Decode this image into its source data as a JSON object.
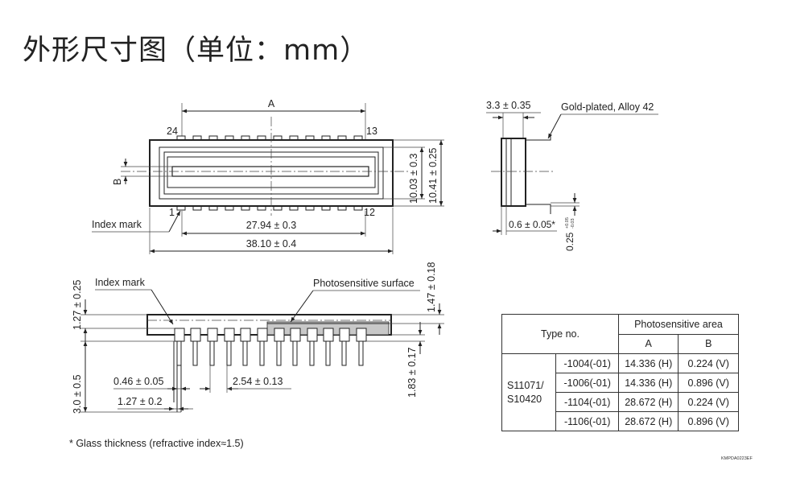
{
  "page": {
    "title": "外形尺寸图（单位：mm）"
  },
  "drawing": {
    "dim_a": "A",
    "dim_b": "B",
    "pin_24": "24",
    "pin_13": "13",
    "pin_1": "1",
    "pin_12": "12",
    "index_mark_top": "Index mark",
    "dim_27_94": "27.94 ± 0.3",
    "dim_38_10": "38.10 ± 0.4",
    "dim_10_03": "10.03 ± 0.3",
    "dim_10_41": "10.41 ± 0.25",
    "dim_3_3": "3.3 ± 0.35",
    "gold_plated": "Gold-plated, Alloy 42",
    "dim_0_6": "0.6 ± 0.05*",
    "dim_0_25": "0.25",
    "dim_0_25_tol": "+0.05\n-0.03",
    "dim_0_25_tol_upper": "+0.05",
    "dim_0_25_tol_lower": "-0.03",
    "index_mark_side": "Index mark",
    "photosensitive_surface": "Photosensitive surface",
    "dim_1_27_025": "1.27 ± 0.25",
    "dim_1_47": "1.47 ± 0.18",
    "dim_3_0": "3.0 ± 0.5",
    "dim_1_83": "1.83 ± 0.17",
    "dim_0_46": "0.46 ± 0.05",
    "dim_2_54": "2.54 ± 0.13",
    "dim_1_27_02": "1.27 ± 0.2",
    "footnote": "* Glass thickness (refractive index≈1.5)",
    "drawing_code": "KMPDA0223EF"
  },
  "table": {
    "type_no_header": "Type no.",
    "area_header": "Photosensitive area",
    "col_a": "A",
    "col_b": "B",
    "model_line1": "S11071/",
    "model_line2": "S10420",
    "rows": [
      {
        "variant": "-1004(-01)",
        "a": "14.336 (H)",
        "b": "0.224 (V)"
      },
      {
        "variant": "-1006(-01)",
        "a": "14.336 (H)",
        "b": "0.896 (V)"
      },
      {
        "variant": "-1104(-01)",
        "a": "28.672 (H)",
        "b": "0.224 (V)"
      },
      {
        "variant": "-1106(-01)",
        "a": "28.672 (H)",
        "b": "0.896 (V)"
      }
    ]
  },
  "colors": {
    "line": "#222222",
    "photosensitive_fill": "#c8c8c8",
    "text": "#222222"
  }
}
